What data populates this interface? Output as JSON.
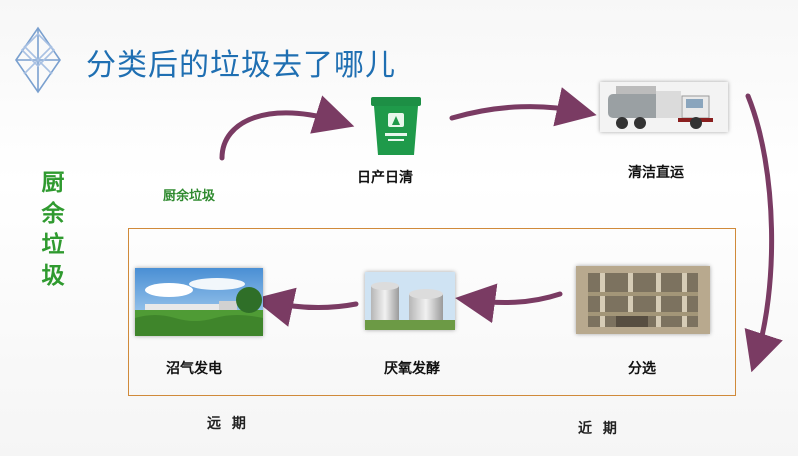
{
  "slide": {
    "title": "分类后的垃圾去了哪儿",
    "vertical_label": "厨余垃圾",
    "source_label": "厨余垃圾"
  },
  "steps": {
    "bin": "日产日清",
    "truck": "清洁直运",
    "sorting": "分选",
    "anaerobic": "厌氧发酵",
    "biogas": "沼气发电"
  },
  "phases": {
    "near": "近 期",
    "far": "远 期"
  },
  "colors": {
    "title": "#1f6fb2",
    "label_green": "#2f9a2f",
    "arrow": "#7a3b63",
    "box_border": "#d08a3a",
    "bin_green": "#1f9a4a"
  },
  "icons": {
    "logo": "tetrahedron-logo-icon",
    "bin": "kitchen-waste-bin-icon",
    "truck": "garbage-truck-icon"
  }
}
